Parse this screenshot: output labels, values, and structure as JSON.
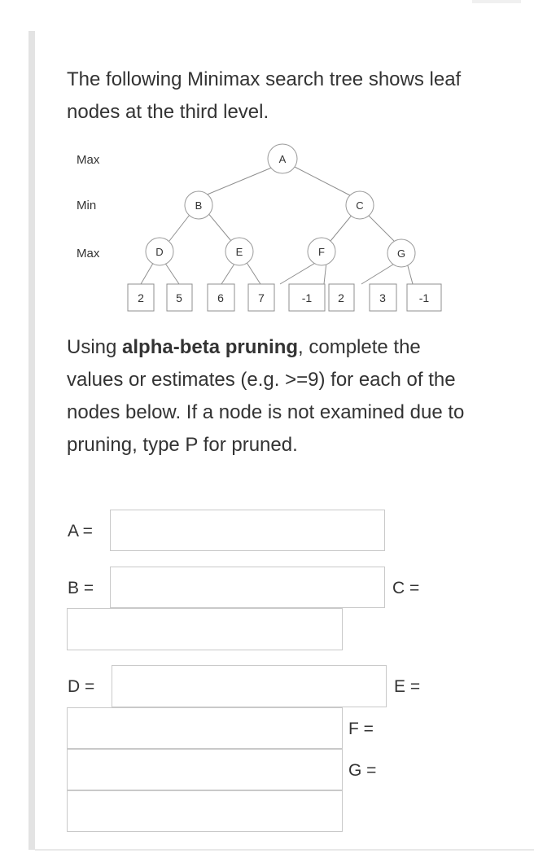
{
  "intro": "The following Minimax search tree shows leaf nodes at the third level.",
  "tree": {
    "levels": [
      "Max",
      "Min",
      "Max"
    ],
    "root": "A",
    "min_nodes": [
      "B",
      "C"
    ],
    "max_nodes": [
      "D",
      "E",
      "F",
      "G"
    ],
    "leaves": [
      "2",
      "5",
      "6",
      "7",
      "-1",
      "2",
      "3",
      "-1"
    ]
  },
  "instructions": {
    "before": "Using ",
    "bold": "alpha-beta pruning",
    "after": ", complete the values or estimates (e.g. >=9) for each of the nodes below. If a node is not examined due to pruning, type P for pruned."
  },
  "answers": {
    "A": "A =",
    "B": "B =",
    "C": "C =",
    "D": "D =",
    "E": "E =",
    "F": "F =",
    "G": "G ="
  }
}
